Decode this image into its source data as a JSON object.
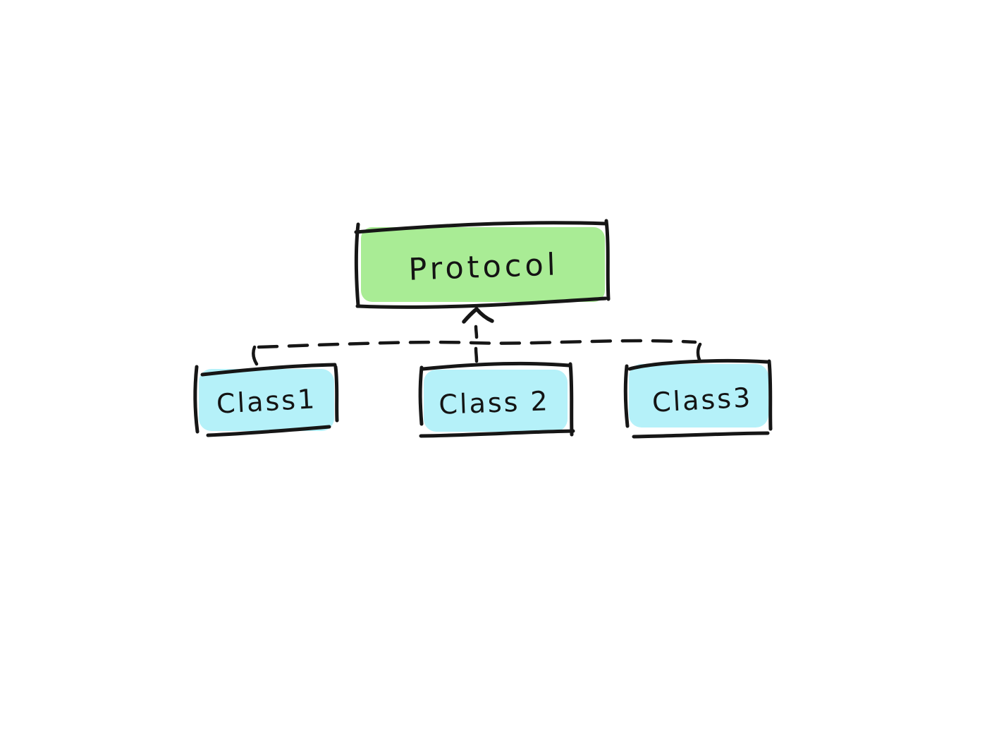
{
  "diagram": {
    "kind": "hand-drawn protocol conformance diagram",
    "background": "#ffffff",
    "stroke_color": "#161616",
    "nodes": [
      {
        "id": "protocol",
        "label": "Protocol",
        "fill": "#a9ec95",
        "role": "protocol"
      },
      {
        "id": "class1",
        "label": "Class1",
        "fill": "#b5f1f9",
        "role": "class"
      },
      {
        "id": "class2",
        "label": "Class 2",
        "fill": "#b5f1f9",
        "role": "class"
      },
      {
        "id": "class3",
        "label": "Class3",
        "fill": "#b5f1f9",
        "role": "class"
      }
    ],
    "edges": [
      {
        "from": "class1",
        "to": "protocol",
        "style": "dashed",
        "arrow": "open"
      },
      {
        "from": "class2",
        "to": "protocol",
        "style": "dashed",
        "arrow": "open"
      },
      {
        "from": "class3",
        "to": "protocol",
        "style": "dashed",
        "arrow": "open"
      }
    ]
  }
}
